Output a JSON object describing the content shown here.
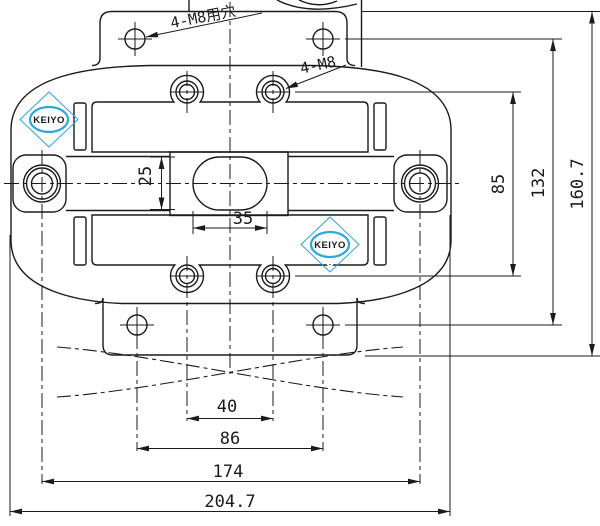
{
  "labels": {
    "clearance_note": "4-M8用穴",
    "tap_note": "4-M8",
    "logo_text": "KEIYO"
  },
  "dimensions": {
    "slot_height": "25",
    "slot_width": "35",
    "boss_vertical_pitch": "85",
    "plate_hole_vertical_pitch": "132",
    "overall_height": "160.7",
    "boss_horizontal_pitch": "40",
    "plate_hole_horizontal_pitch": "86",
    "bore_pitch": "174",
    "overall_width": "204.7"
  },
  "colors": {
    "line": "#1b1b1b",
    "logo_fill": "#4EC2ED",
    "logo_stroke": "#2FA6D9",
    "logo_text": "#2193C6",
    "background": "#ffffff"
  }
}
